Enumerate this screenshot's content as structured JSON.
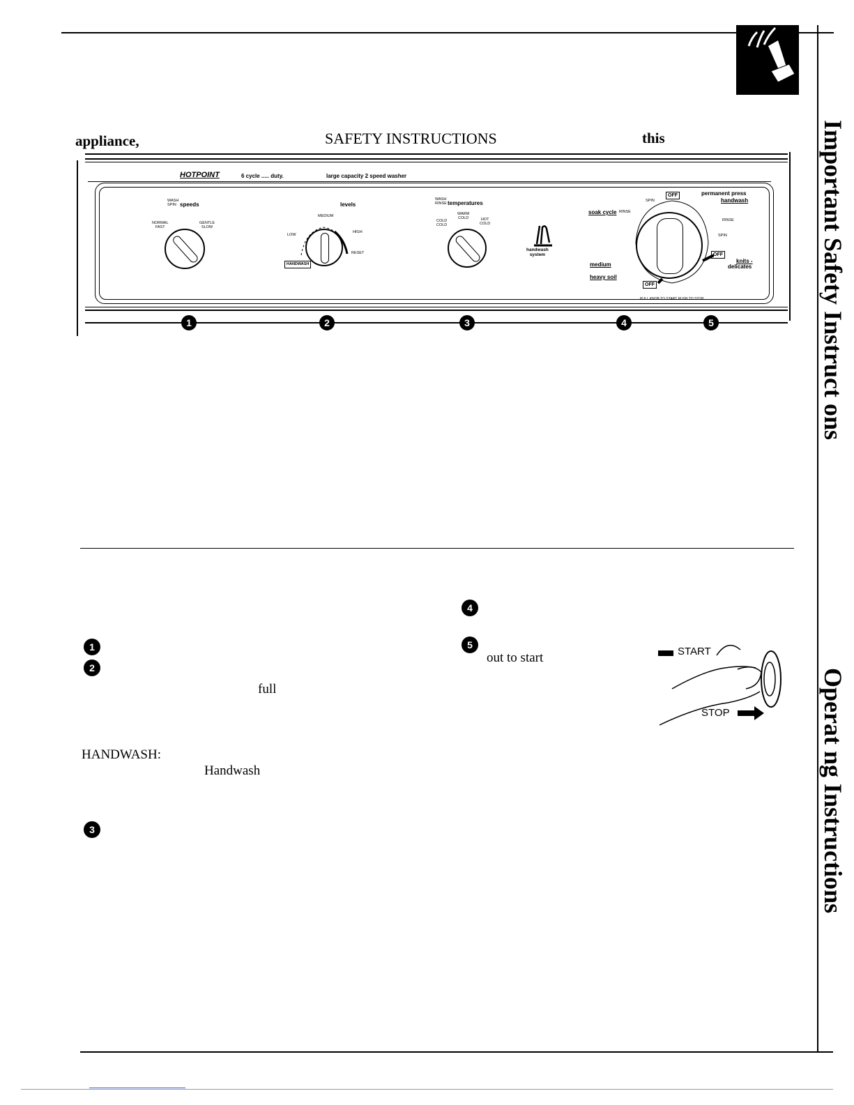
{
  "header": {
    "appliance": "appliance,",
    "safety": "SAFETY INSTRUCTIONS",
    "this": "this"
  },
  "panel": {
    "brand": "HOTPOINT",
    "model_line": "6 cycle ..... duty.",
    "capacity": "large capacity 2 speed washer",
    "speeds": {
      "prefix_top": "WASH",
      "prefix_bottom": "SPIN",
      "title": "speeds",
      "left_top": "NORMAL",
      "left_bottom": "FAST",
      "right_top": "GENTLE",
      "right_bottom": "SLOW"
    },
    "levels": {
      "title": "levels",
      "medium": "MEDIUM",
      "low": "LOW",
      "high": "HIGH",
      "reset": "RESET",
      "handwash": "HANDWASH"
    },
    "temps": {
      "prefix_top": "WASH",
      "prefix_bottom": "RINSE",
      "title": "temperatures",
      "warm": "WARM",
      "warm_sub": "COLD",
      "cold_top": "COLD",
      "cold_bottom": "COLD",
      "hot_top": "HOT",
      "hot_bottom": "COLD"
    },
    "handwash_system": {
      "line1": "handwash",
      "line2": "system"
    },
    "cycle": {
      "off": "OFF",
      "spin": "SPIN",
      "permanent_press": "permanent press",
      "handwash": "handwash",
      "soak_cycle": "soak cycle",
      "rinse_left": "RINSE",
      "rinse_right": "RINSE",
      "spin_right": "SPIN",
      "knits": "knits -",
      "delicates": "delicates",
      "medium": "medium",
      "heavy_soil": "heavy soil",
      "pull_text": "PULL KNOB TO START   PUSH TO STOP"
    },
    "numbers": [
      "1",
      "2",
      "3",
      "4",
      "5"
    ]
  },
  "body": {
    "n1": "1",
    "n2": "2",
    "n3": "3",
    "n4": "4",
    "n5": "5",
    "full": "full",
    "handwash_caps": "HANDWASH:",
    "handwash_word": "Handwash",
    "out_to_start": "out to start",
    "start": "START",
    "stop": "STOP"
  },
  "sidebar": {
    "title1": "Important Safety Instruct ons",
    "title2": "Operat ng Instructions"
  }
}
